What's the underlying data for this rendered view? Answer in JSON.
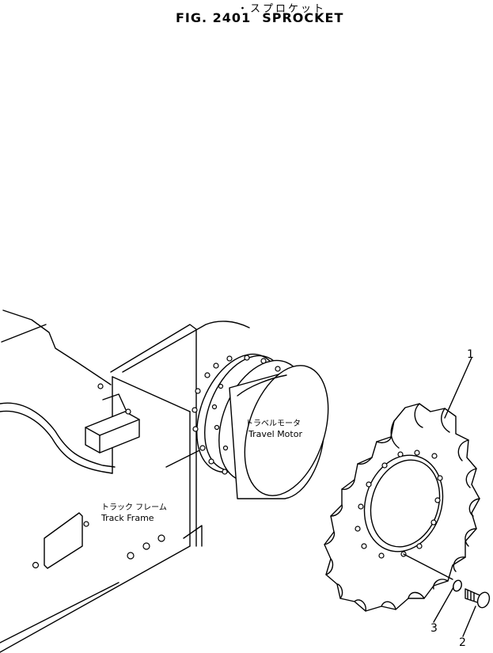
{
  "title": {
    "jp": "・スプロケット",
    "fig": "FIG. 2401",
    "name": "SPROCKET"
  },
  "labels": {
    "travel_motor_jp": "トラベルモータ",
    "travel_motor_en": "Travel Motor",
    "track_frame_jp": "トラック フレーム",
    "track_frame_en": "Track Frame"
  },
  "callouts": [
    "1",
    "2",
    "3"
  ]
}
